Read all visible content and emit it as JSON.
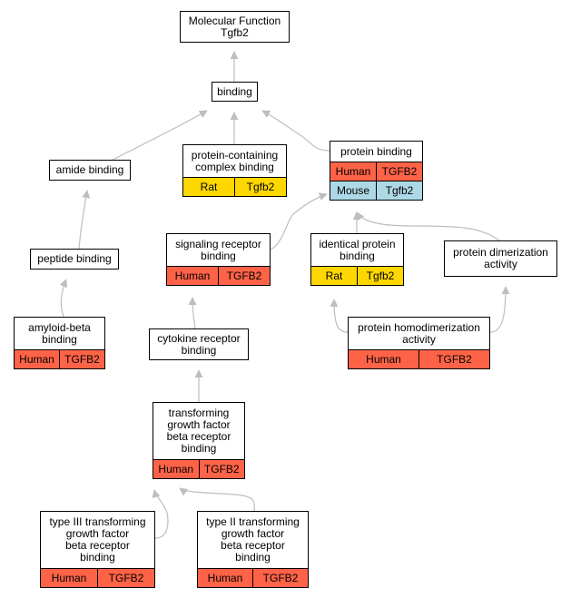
{
  "colors": {
    "Human": "#ff6347",
    "Mouse": "#add8e6",
    "Rat": "#ffd700",
    "edge": "#bebebe"
  },
  "nodes": [
    {
      "id": "mf",
      "label": "Molecular Function\nTgfb2",
      "annotations": []
    },
    {
      "id": "binding",
      "label": "binding",
      "annotations": []
    },
    {
      "id": "amide",
      "label": "amide binding",
      "annotations": []
    },
    {
      "id": "pcc",
      "label": "protein-containing\ncomplex binding",
      "annotations": [
        {
          "species": "Rat",
          "gene": "Tgfb2"
        }
      ]
    },
    {
      "id": "pb",
      "label": "protein binding",
      "annotations": [
        {
          "species": "Human",
          "gene": "TGFB2"
        },
        {
          "species": "Mouse",
          "gene": "Tgfb2"
        }
      ]
    },
    {
      "id": "peptide",
      "label": "peptide binding",
      "annotations": []
    },
    {
      "id": "srb",
      "label": "signaling receptor\nbinding",
      "annotations": [
        {
          "species": "Human",
          "gene": "TGFB2"
        }
      ]
    },
    {
      "id": "ipb",
      "label": "identical protein\nbinding",
      "annotations": [
        {
          "species": "Rat",
          "gene": "Tgfb2"
        }
      ]
    },
    {
      "id": "pda",
      "label": "protein dimerization\nactivity",
      "annotations": []
    },
    {
      "id": "abb",
      "label": "amyloid-beta\nbinding",
      "annotations": [
        {
          "species": "Human",
          "gene": "TGFB2"
        }
      ]
    },
    {
      "id": "crb",
      "label": "cytokine receptor\nbinding",
      "annotations": []
    },
    {
      "id": "phda",
      "label": "protein homodimerization\nactivity",
      "annotations": [
        {
          "species": "Human",
          "gene": "TGFB2"
        }
      ]
    },
    {
      "id": "tgfbrb",
      "label": "transforming\ngrowth factor\nbeta receptor\nbinding",
      "annotations": [
        {
          "species": "Human",
          "gene": "TGFB2"
        }
      ]
    },
    {
      "id": "t3",
      "label": "type III transforming\ngrowth factor\nbeta receptor\nbinding",
      "annotations": [
        {
          "species": "Human",
          "gene": "TGFB2"
        }
      ]
    },
    {
      "id": "t2",
      "label": "type II transforming\ngrowth factor\nbeta receptor\nbinding",
      "annotations": [
        {
          "species": "Human",
          "gene": "TGFB2"
        }
      ]
    }
  ],
  "edges": [
    {
      "from": "binding",
      "to": "mf"
    },
    {
      "from": "amide",
      "to": "binding"
    },
    {
      "from": "pcc",
      "to": "binding"
    },
    {
      "from": "pb",
      "to": "binding"
    },
    {
      "from": "peptide",
      "to": "amide"
    },
    {
      "from": "abb",
      "to": "peptide"
    },
    {
      "from": "srb",
      "to": "pb"
    },
    {
      "from": "ipb",
      "to": "pb"
    },
    {
      "from": "pda",
      "to": "pb"
    },
    {
      "from": "crb",
      "to": "srb"
    },
    {
      "from": "tgfbrb",
      "to": "crb"
    },
    {
      "from": "phda",
      "to": "ipb"
    },
    {
      "from": "phda",
      "to": "pda"
    },
    {
      "from": "t3",
      "to": "tgfbrb"
    },
    {
      "from": "t2",
      "to": "tgfbrb"
    }
  ]
}
